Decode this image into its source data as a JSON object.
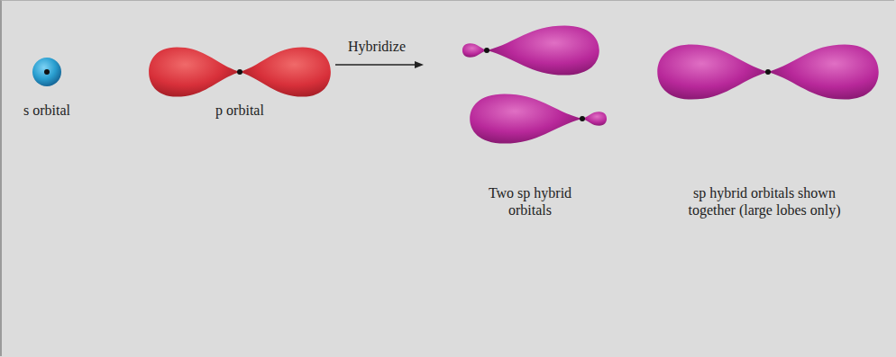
{
  "diagram": {
    "labels": [
      "s orbital",
      "p orbital",
      "Hybridize",
      "Two sp hybrid orbitals",
      "sp hybrid orbitals shown together (large lobes only)"
    ]
  }
}
